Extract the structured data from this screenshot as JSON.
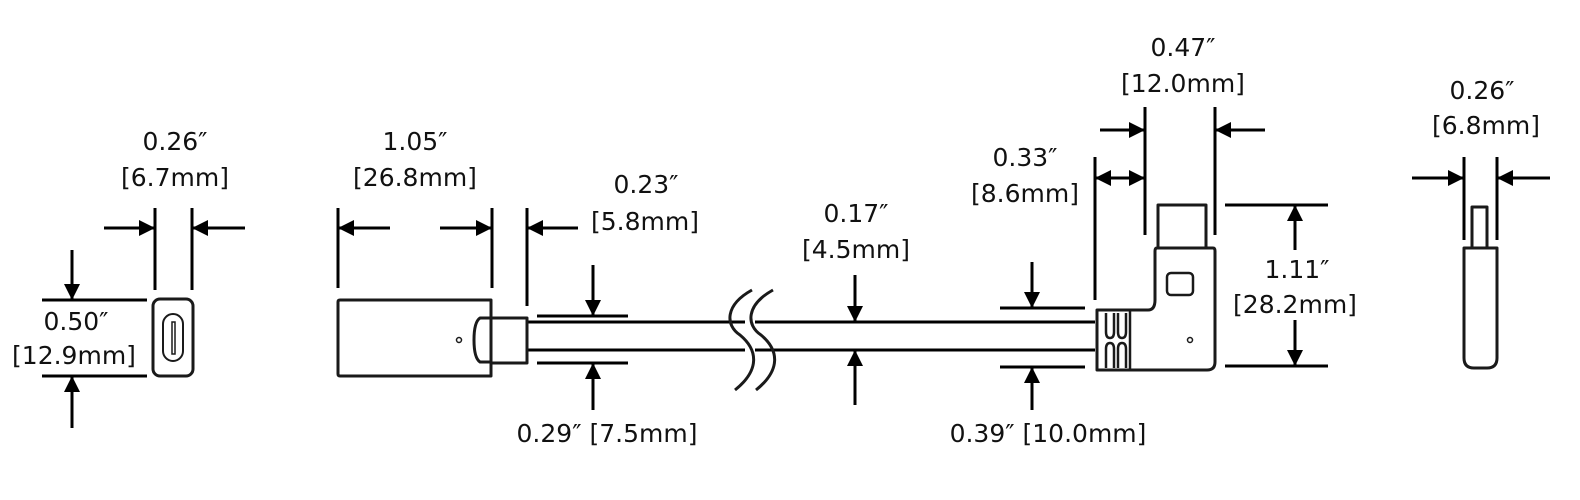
{
  "colors": {
    "line": "#000000",
    "background": "#ffffff"
  },
  "end_view_female": {
    "width_in": "0.26″",
    "width_mm": "[6.7mm]",
    "height_in": "0.50″",
    "height_mm": "[12.9mm]"
  },
  "female_connector": {
    "length_in": "1.05″",
    "length_mm": "[26.8mm]",
    "relief_in": "0.23″",
    "relief_mm": "[5.8mm]",
    "height": "0.29″ [7.5mm]"
  },
  "cable": {
    "diameter_in": "0.17″",
    "diameter_mm": "[4.5mm]"
  },
  "right_angle_plug": {
    "offset_in": "0.33″",
    "offset_mm": "[8.6mm]",
    "width_in": "0.47″",
    "width_mm": "[12.0mm]",
    "height_in": "1.11″",
    "height_mm": "[28.2mm]",
    "thickness": "0.39″ [10.0mm]"
  },
  "end_view_plug": {
    "width_in": "0.26″",
    "width_mm": "[6.8mm]"
  }
}
